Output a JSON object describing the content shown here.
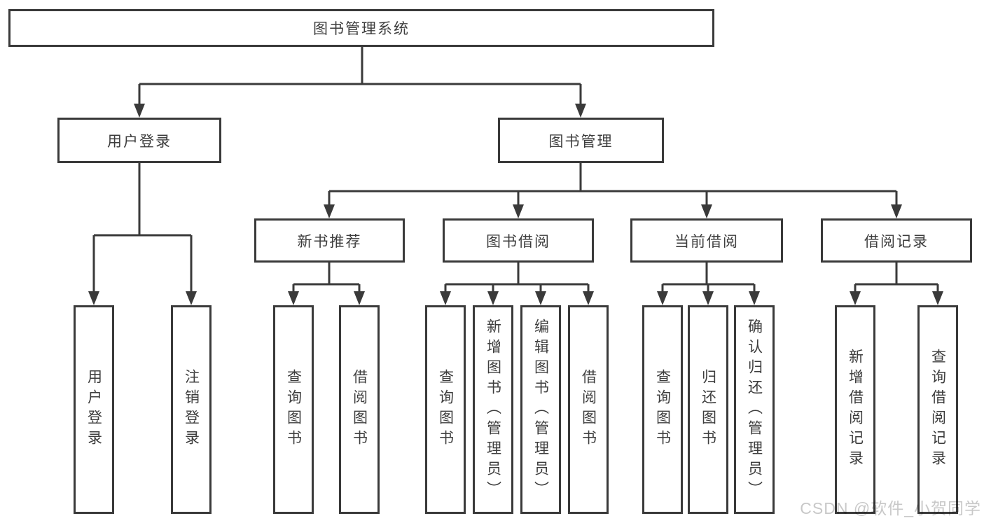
{
  "nodes": {
    "root": "图书管理系统",
    "level2": {
      "user_login": "用户登录",
      "book_management": "图书管理"
    },
    "level3": {
      "new_book_recommend": "新书推荐",
      "book_borrow": "图书借阅",
      "current_borrow": "当前借阅",
      "borrow_record": "借阅记录"
    },
    "leaves": {
      "user": [
        "用户登录",
        "注销登录"
      ],
      "new_book": [
        "查询图书",
        "借阅图书"
      ],
      "borrow": [
        "查询图书",
        "新增图书（管理员）",
        "编辑图书（管理员）",
        "借阅图书"
      ],
      "current": [
        "查询图书",
        "归还图书",
        "确认归还（管理员）"
      ],
      "record": [
        "新增借阅记录",
        "查询借阅记录"
      ]
    }
  },
  "watermark": "CSDN @软件_小贺同学",
  "colors": {
    "line": "#3a3a3a",
    "text": "#3d3d3d",
    "box_background": "#ffffff",
    "watermark": "#c8c8c8"
  }
}
